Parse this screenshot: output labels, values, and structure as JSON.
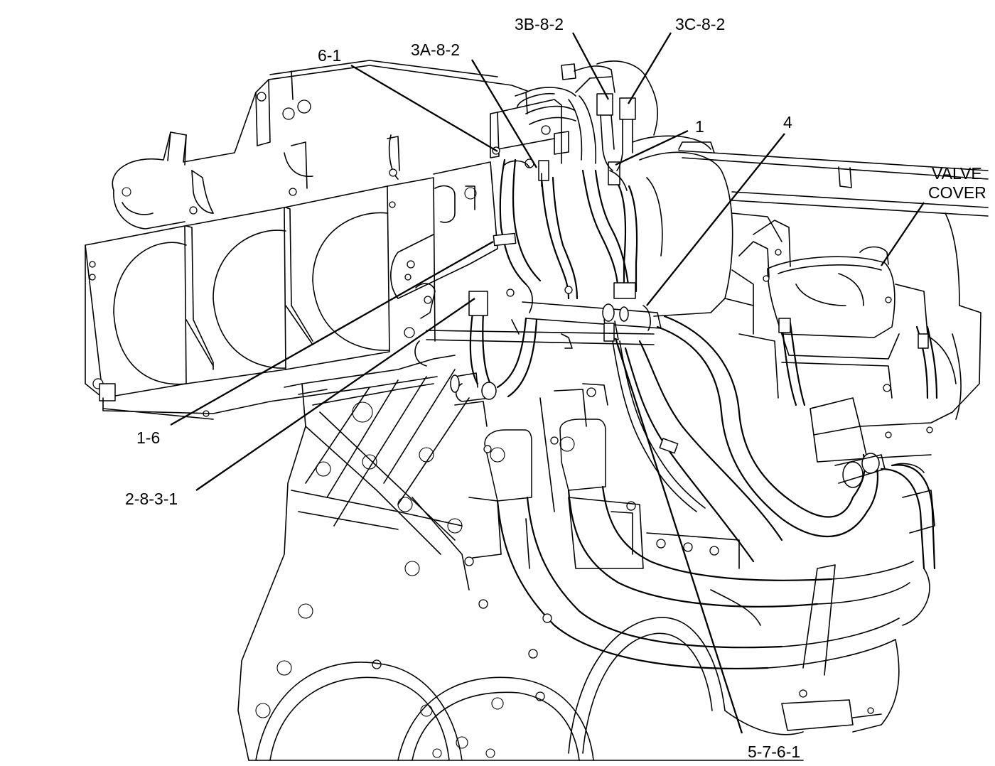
{
  "callouts": {
    "c_6_1": "6-1",
    "c_3a_8_2": "3A-8-2",
    "c_3b_8_2": "3B-8-2",
    "c_3c_8_2": "3C-8-2",
    "c_1": "1",
    "c_4": "4",
    "c_valve_cover_line1": "VALVE",
    "c_valve_cover_line2": "COVER",
    "c_1_6": "1-6",
    "c_2_8_3_1": "2-8-3-1",
    "c_5_7_6_1": "5-7-6-1"
  },
  "colors": {
    "ink": "#000000",
    "paper": "#ffffff"
  }
}
